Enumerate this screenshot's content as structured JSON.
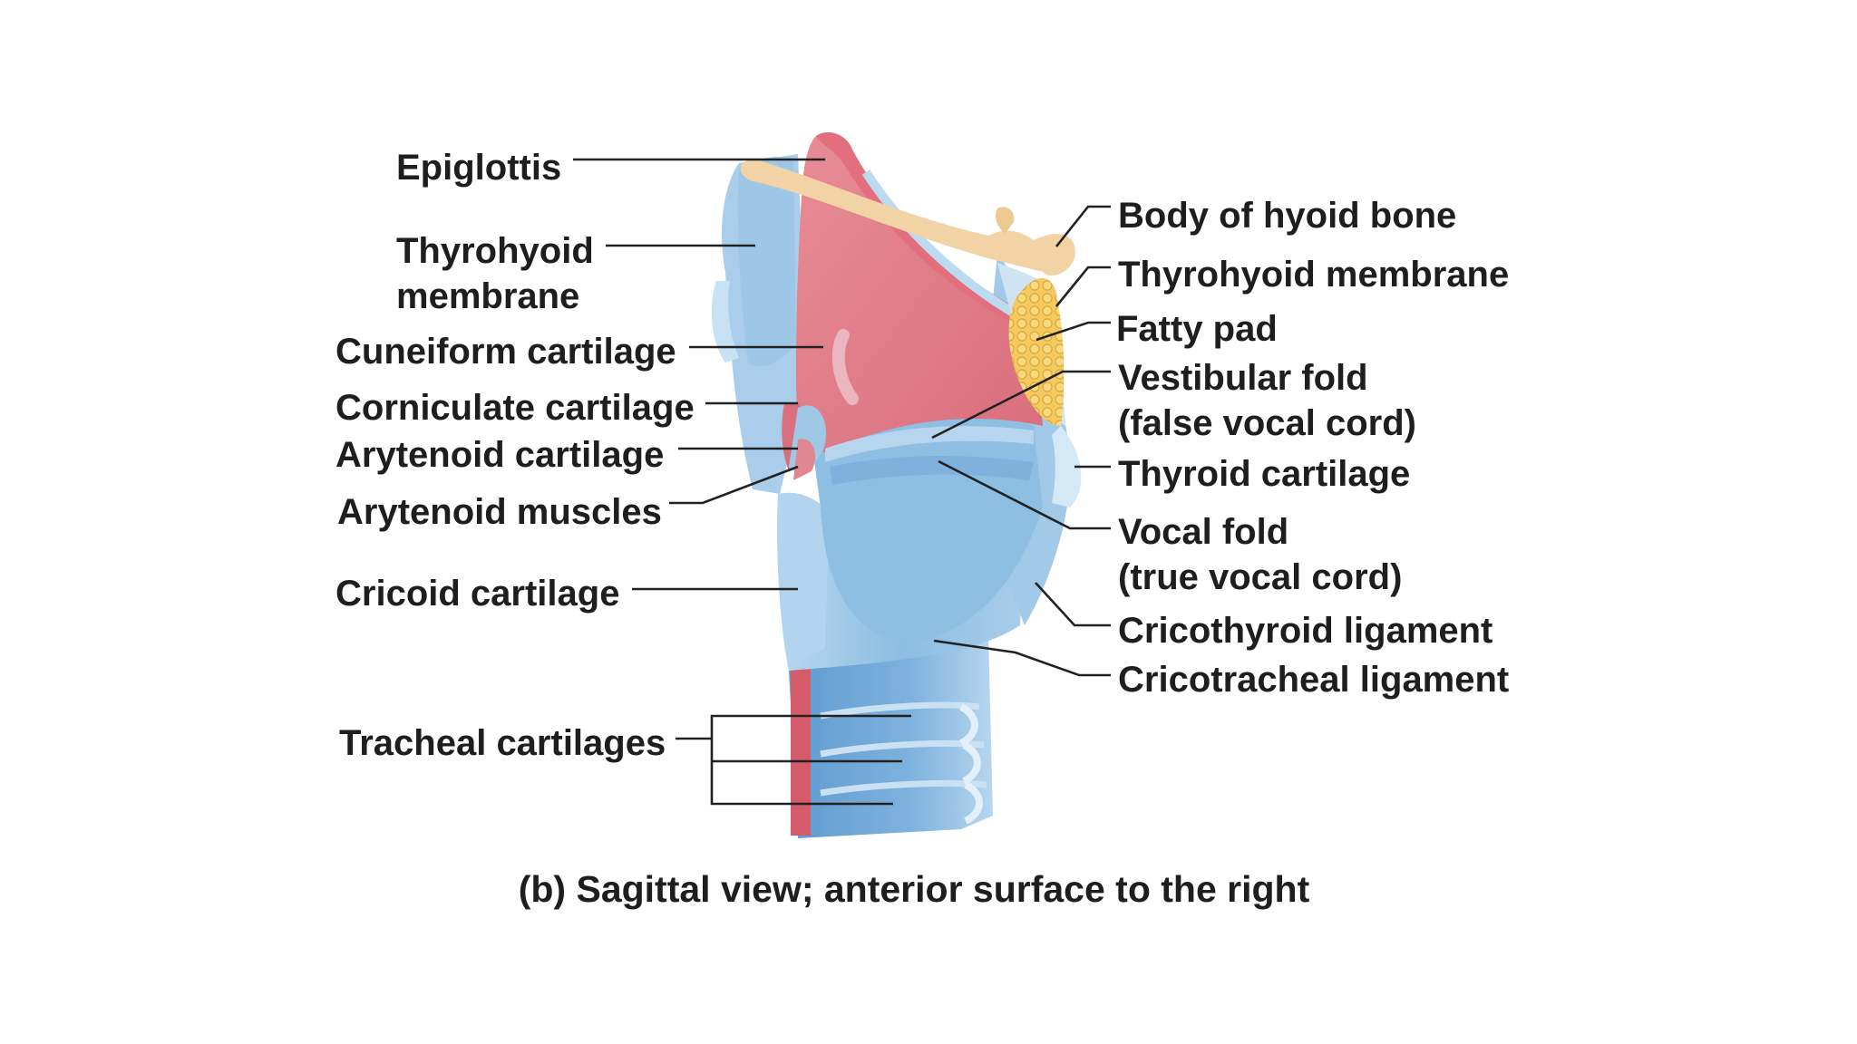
{
  "labels": {
    "left": {
      "epiglottis": "Epiglottis",
      "thyrohyoid_membrane_1": "Thyrohyoid",
      "thyrohyoid_membrane_2": "membrane",
      "cuneiform": "Cuneiform cartilage",
      "corniculate": "Corniculate cartilage",
      "arytenoid_cartilage": "Arytenoid cartilage",
      "arytenoid_muscles": "Arytenoid muscles",
      "cricoid": "Cricoid cartilage",
      "tracheal": "Tracheal cartilages"
    },
    "right": {
      "hyoid": "Body of hyoid bone",
      "thyrohyoid_membrane": "Thyrohyoid membrane",
      "fatty_pad": "Fatty pad",
      "vestibular_1": "Vestibular fold",
      "vestibular_2": "(false vocal cord)",
      "thyroid": "Thyroid cartilage",
      "vocal_1": "Vocal fold",
      "vocal_2": "(true vocal cord)",
      "cricothyroid": "Cricothyroid ligament",
      "cricotracheal": "Cricotracheal ligament"
    }
  },
  "caption": "(b) Sagittal view; anterior surface to the right",
  "colors": {
    "cartilage_blue": "#8fbfe0",
    "cartilage_light": "#c6e0f2",
    "trachea_blue": "#6fa6d6",
    "muscle_red": "#e0808a",
    "epiglottis_pink": "#e87d8c",
    "hyoid_bone": "#f2d3a6",
    "fatty_pad": "#f2c658",
    "leader_line": "#222222"
  }
}
